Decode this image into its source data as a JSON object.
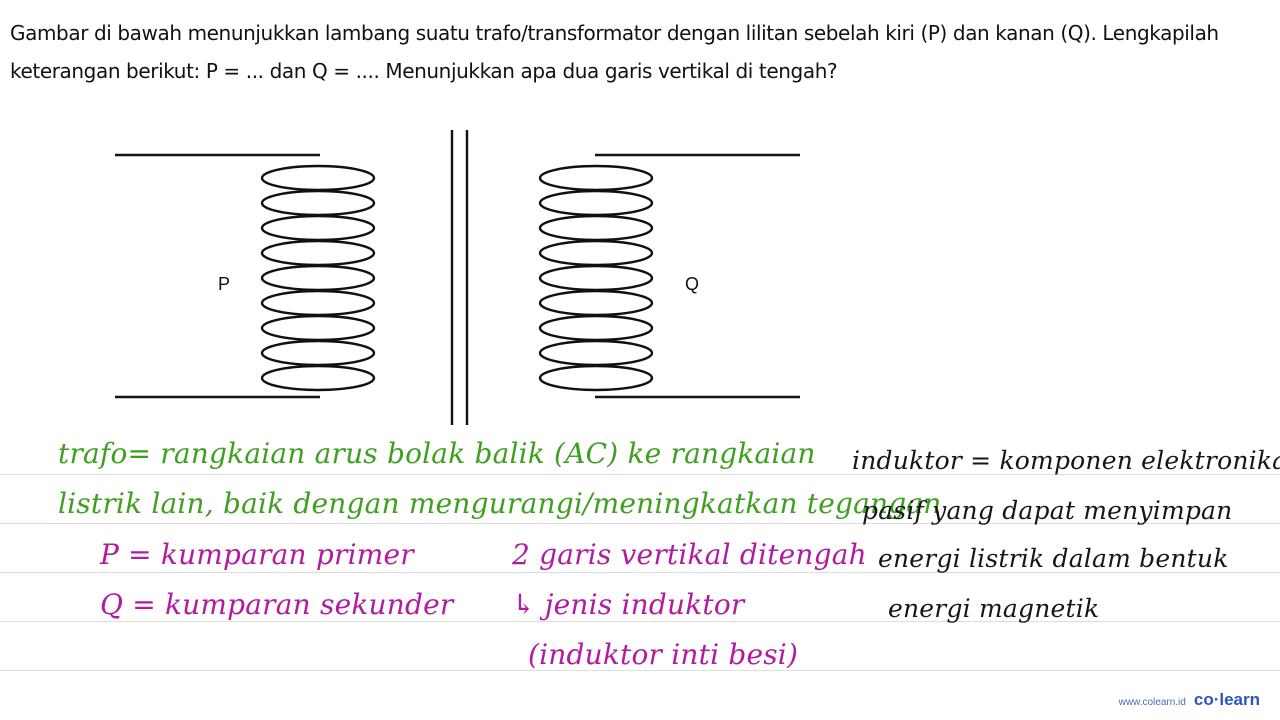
{
  "question": {
    "text": "Gambar di bawah menunjukkan lambang suatu trafo/transformator dengan lilitan sebelah kiri (P) dan kanan (Q). Lengkapilah keterangan berikut: P = ... dan Q = .... Menunjukkan apa dua garis vertikal di tengah?"
  },
  "diagram": {
    "left_coil_label": "P",
    "right_coil_label": "Q",
    "turns_per_coil": 9
  },
  "notes": {
    "left": [
      "trafo= rangkaian arus bolak balik (AC) ke rangkaian",
      "listrik lain, baik dengan mengurangi/meningkatkan tegangan",
      "P = kumparan primer",
      "Q = kumparan sekunder"
    ],
    "middle": [
      "2 garis vertikal ditengah",
      "↳ jenis induktor",
      "(induktor inti besi)"
    ],
    "right": [
      "induktor = komponen elektronika",
      "pasif yang dapat menyimpan",
      "energi listrik dalam bentuk",
      "energi magnetik"
    ]
  },
  "colors": {
    "green": "#3fa020",
    "purple": "#b21aa0",
    "ink": "#161616",
    "brand": "#2c54c8"
  },
  "footer": {
    "site": "www.colearn.id",
    "logo": "co·learn"
  }
}
